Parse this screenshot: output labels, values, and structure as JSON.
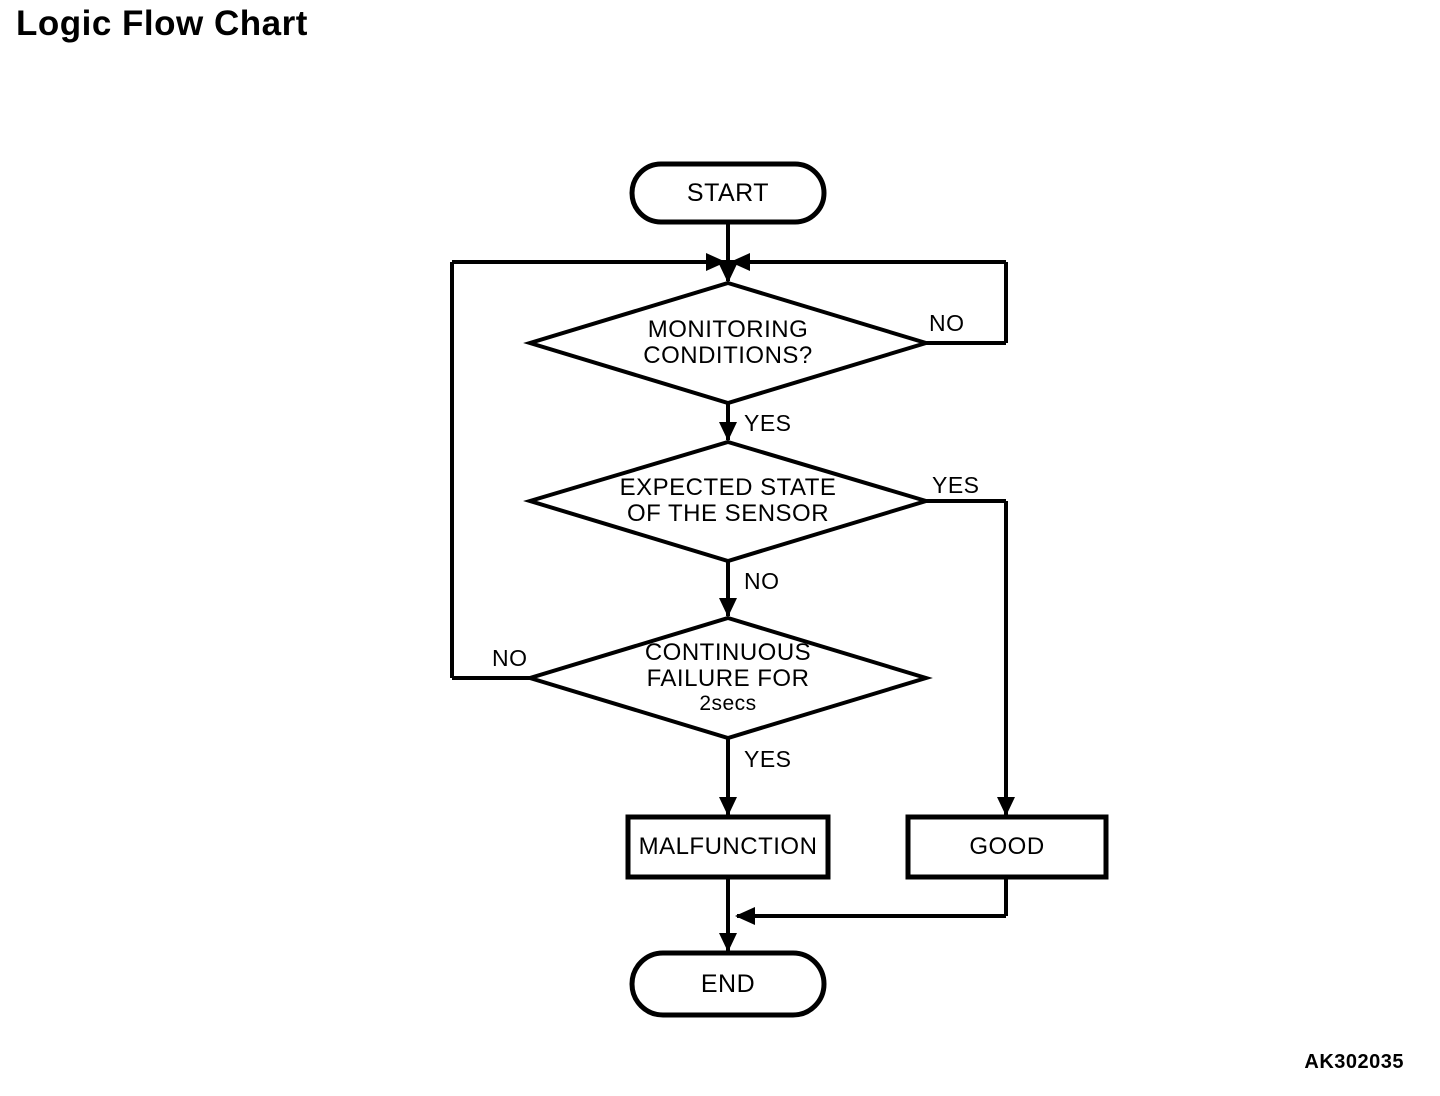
{
  "page": {
    "title": "Logic Flow Chart",
    "code": "AK302035"
  },
  "flowchart": {
    "colors": {
      "stroke": "#000000",
      "background": "#ffffff"
    },
    "nodes": {
      "start": {
        "type": "terminator",
        "label": "START"
      },
      "monitoring": {
        "type": "decision",
        "lines": [
          "MONITORING",
          "CONDITIONS?"
        ]
      },
      "expected": {
        "type": "decision",
        "lines": [
          "EXPECTED STATE",
          "OF THE SENSOR"
        ]
      },
      "continuous": {
        "type": "decision",
        "lines": [
          "CONTINUOUS",
          "FAILURE FOR"
        ],
        "small_line": "2secs"
      },
      "malfunction": {
        "type": "process",
        "label": "MALFUNCTION"
      },
      "good": {
        "type": "process",
        "label": "GOOD"
      },
      "end": {
        "type": "terminator",
        "label": "END"
      }
    },
    "edges": {
      "monitoring_no": "NO",
      "monitoring_yes": "YES",
      "expected_yes": "YES",
      "expected_no": "NO",
      "continuous_no": "NO",
      "continuous_yes": "YES"
    }
  }
}
